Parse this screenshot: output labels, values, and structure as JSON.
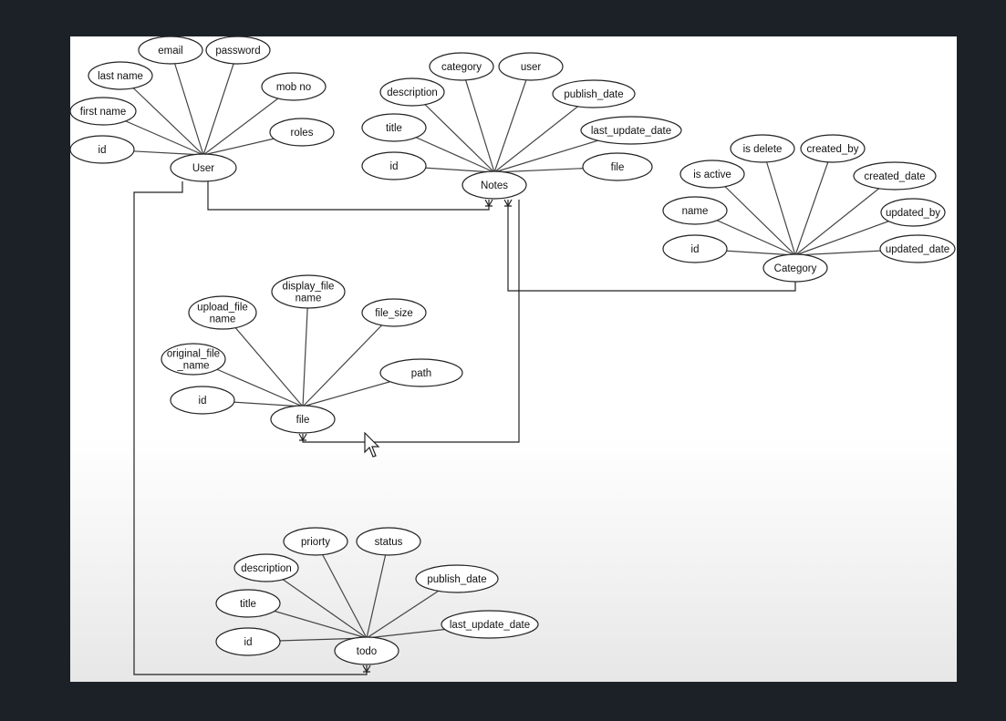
{
  "entities": {
    "user": {
      "name": "User",
      "attributes": [
        "id",
        "first name",
        "last name",
        "email",
        "password",
        "mob no",
        "roles"
      ]
    },
    "notes": {
      "name": "Notes",
      "attributes": [
        "id",
        "title",
        "description",
        "category",
        "user",
        "publish_date",
        "last_update_date",
        "file"
      ]
    },
    "category": {
      "name": "Category",
      "attributes": [
        "id",
        "name",
        "is active",
        "is delete",
        "created_by",
        "created_date",
        "updated_by",
        "updated_date"
      ]
    },
    "file": {
      "name": "file",
      "attributes": [
        {
          "lines": [
            "id"
          ]
        },
        {
          "lines": [
            "original_file",
            "_name"
          ]
        },
        {
          "lines": [
            "upload_file",
            "name"
          ]
        },
        {
          "lines": [
            "display_file",
            "name"
          ]
        },
        {
          "lines": [
            "file_size"
          ]
        },
        {
          "lines": [
            "path"
          ]
        }
      ]
    },
    "todo": {
      "name": "todo",
      "attributes": [
        "id",
        "title",
        "description",
        "priorty",
        "status",
        "publish_date",
        "last_update_date"
      ]
    }
  },
  "relationships": [
    {
      "from": "User",
      "to": "Notes",
      "cardinality": "many"
    },
    {
      "from": "Category",
      "to": "Notes",
      "cardinality": "many"
    },
    {
      "from": "Notes",
      "to": "file",
      "cardinality": "many"
    },
    {
      "from": "User",
      "to": "todo",
      "cardinality": "many"
    }
  ]
}
